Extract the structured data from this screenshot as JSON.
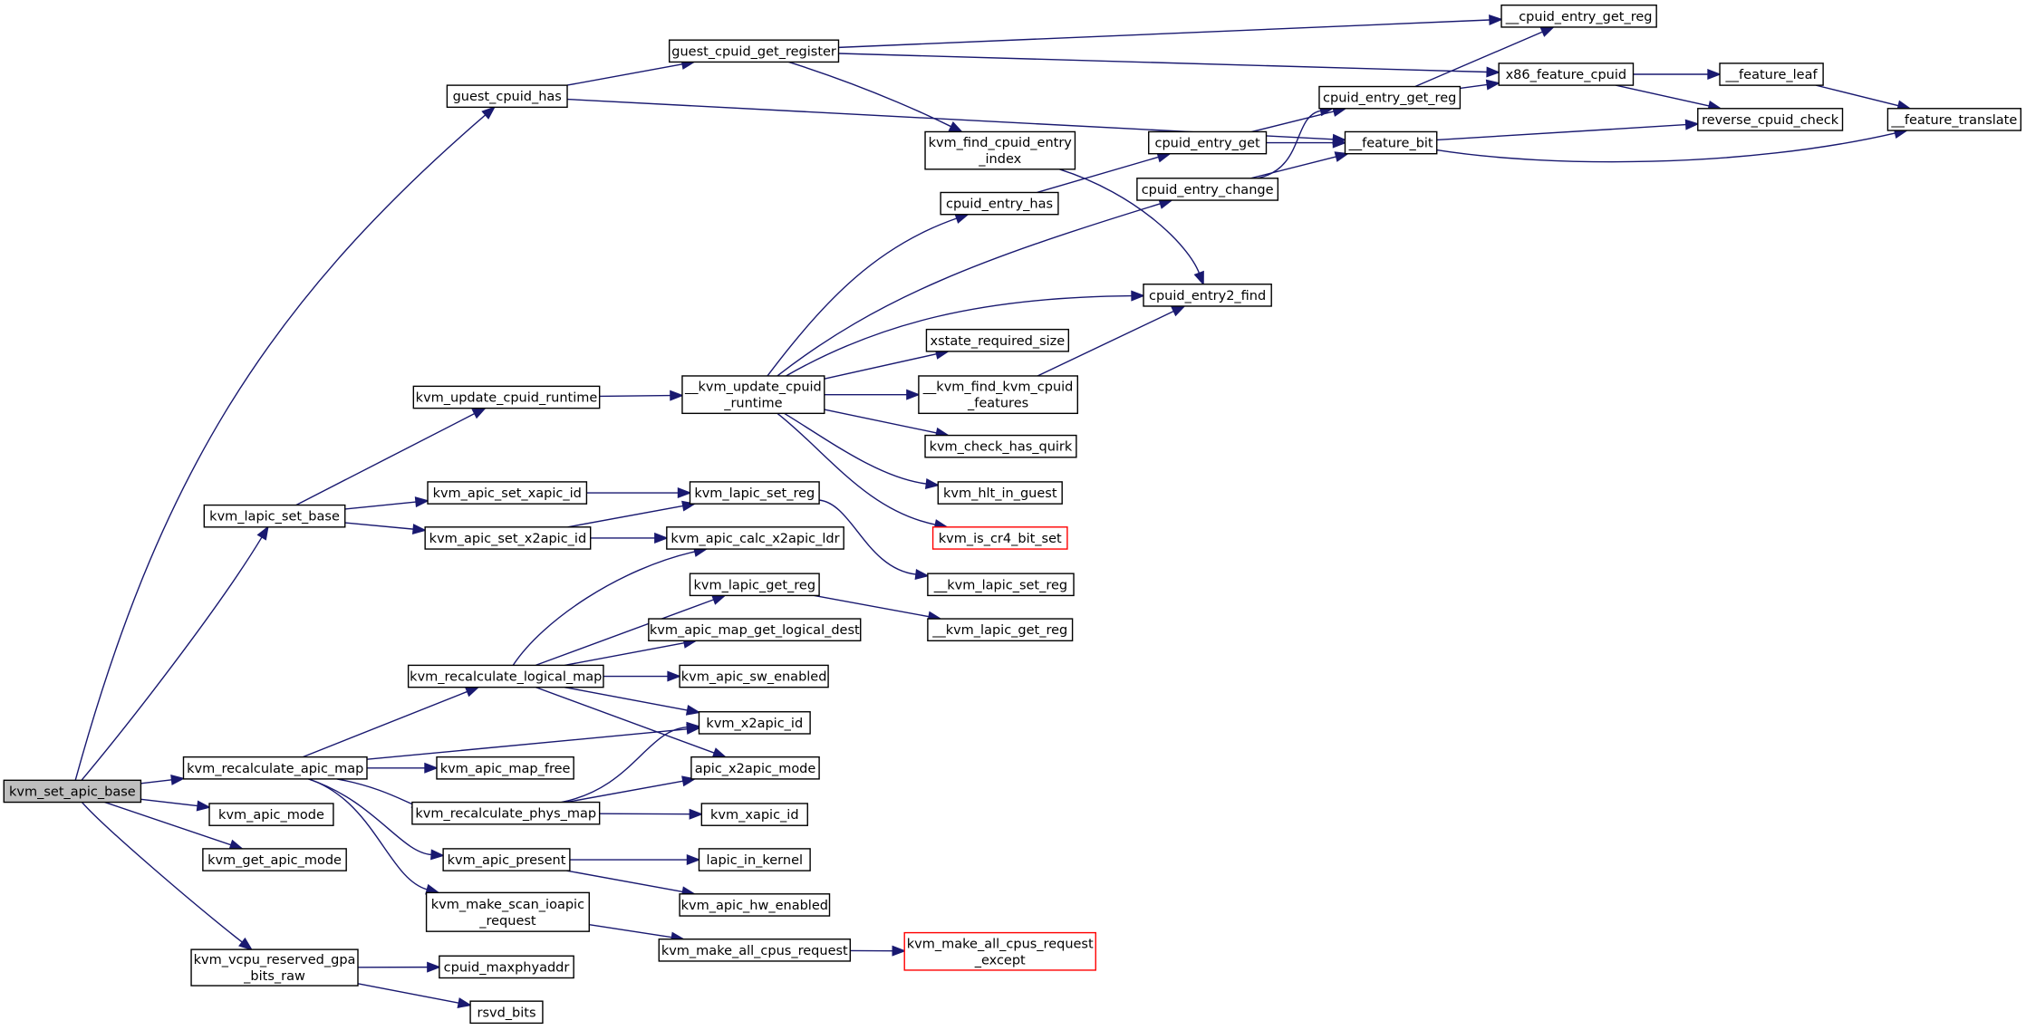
{
  "graph": {
    "colors": {
      "edge": "#191970",
      "node_border": "#000000",
      "root_fill": "#bfbfbf",
      "truncated_border": "#ff0000",
      "background": "#ffffff"
    },
    "nodes": [
      {
        "id": "kvm_set_apic_base",
        "lines": [
          "kvm_set_apic_base"
        ],
        "style": "root"
      },
      {
        "id": "guest_cpuid_has",
        "lines": [
          "guest_cpuid_has"
        ]
      },
      {
        "id": "kvm_lapic_set_base",
        "lines": [
          "kvm_lapic_set_base"
        ]
      },
      {
        "id": "kvm_recalculate_apic_map",
        "lines": [
          "kvm_recalculate_apic_map"
        ]
      },
      {
        "id": "kvm_apic_mode",
        "lines": [
          "kvm_apic_mode"
        ]
      },
      {
        "id": "kvm_get_apic_mode",
        "lines": [
          "kvm_get_apic_mode"
        ]
      },
      {
        "id": "kvm_vcpu_reserved_gpa_bits_raw",
        "lines": [
          "kvm_vcpu_reserved_gpa",
          "_bits_raw"
        ]
      },
      {
        "id": "guest_cpuid_get_register",
        "lines": [
          "guest_cpuid_get_register"
        ]
      },
      {
        "id": "kvm_update_cpuid_runtime",
        "lines": [
          "kvm_update_cpuid_runtime"
        ]
      },
      {
        "id": "kvm_apic_set_xapic_id",
        "lines": [
          "kvm_apic_set_xapic_id"
        ]
      },
      {
        "id": "kvm_apic_set_x2apic_id",
        "lines": [
          "kvm_apic_set_x2apic_id"
        ]
      },
      {
        "id": "kvm_recalculate_logical_map",
        "lines": [
          "kvm_recalculate_logical_map"
        ]
      },
      {
        "id": "kvm_apic_map_free",
        "lines": [
          "kvm_apic_map_free"
        ]
      },
      {
        "id": "kvm_recalculate_phys_map",
        "lines": [
          "kvm_recalculate_phys_map"
        ]
      },
      {
        "id": "kvm_apic_present",
        "lines": [
          "kvm_apic_present"
        ]
      },
      {
        "id": "kvm_make_scan_ioapic_request",
        "lines": [
          "kvm_make_scan_ioapic",
          "_request"
        ]
      },
      {
        "id": "cpuid_maxphyaddr",
        "lines": [
          "cpuid_maxphyaddr"
        ]
      },
      {
        "id": "rsvd_bits",
        "lines": [
          "rsvd_bits"
        ]
      },
      {
        "id": "__kvm_update_cpuid_runtime",
        "lines": [
          "__kvm_update_cpuid",
          "_runtime"
        ]
      },
      {
        "id": "kvm_lapic_set_reg",
        "lines": [
          "kvm_lapic_set_reg"
        ]
      },
      {
        "id": "kvm_apic_calc_x2apic_ldr",
        "lines": [
          "kvm_apic_calc_x2apic_ldr"
        ]
      },
      {
        "id": "kvm_lapic_get_reg",
        "lines": [
          "kvm_lapic_get_reg"
        ]
      },
      {
        "id": "kvm_apic_map_get_logical_dest",
        "lines": [
          "kvm_apic_map_get_logical_dest"
        ]
      },
      {
        "id": "kvm_apic_sw_enabled",
        "lines": [
          "kvm_apic_sw_enabled"
        ]
      },
      {
        "id": "kvm_x2apic_id",
        "lines": [
          "kvm_x2apic_id"
        ]
      },
      {
        "id": "apic_x2apic_mode",
        "lines": [
          "apic_x2apic_mode"
        ]
      },
      {
        "id": "kvm_xapic_id",
        "lines": [
          "kvm_xapic_id"
        ]
      },
      {
        "id": "lapic_in_kernel",
        "lines": [
          "lapic_in_kernel"
        ]
      },
      {
        "id": "kvm_apic_hw_enabled",
        "lines": [
          "kvm_apic_hw_enabled"
        ]
      },
      {
        "id": "kvm_make_all_cpus_request",
        "lines": [
          "kvm_make_all_cpus_request"
        ]
      },
      {
        "id": "kvm_find_cpuid_entry_index",
        "lines": [
          "kvm_find_cpuid_entry",
          "_index"
        ]
      },
      {
        "id": "cpuid_entry_has",
        "lines": [
          "cpuid_entry_has"
        ]
      },
      {
        "id": "xstate_required_size",
        "lines": [
          "xstate_required_size"
        ]
      },
      {
        "id": "__kvm_find_kvm_cpuid_features",
        "lines": [
          "__kvm_find_kvm_cpuid",
          "_features"
        ]
      },
      {
        "id": "kvm_check_has_quirk",
        "lines": [
          "kvm_check_has_quirk"
        ]
      },
      {
        "id": "kvm_hlt_in_guest",
        "lines": [
          "kvm_hlt_in_guest"
        ]
      },
      {
        "id": "kvm_is_cr4_bit_set",
        "lines": [
          "kvm_is_cr4_bit_set"
        ],
        "style": "truncated"
      },
      {
        "id": "__kvm_lapic_set_reg",
        "lines": [
          "__kvm_lapic_set_reg"
        ]
      },
      {
        "id": "__kvm_lapic_get_reg",
        "lines": [
          "__kvm_lapic_get_reg"
        ]
      },
      {
        "id": "kvm_make_all_cpus_request_except",
        "lines": [
          "kvm_make_all_cpus_request",
          "_except"
        ],
        "style": "truncated"
      },
      {
        "id": "cpuid_entry_get",
        "lines": [
          "cpuid_entry_get"
        ]
      },
      {
        "id": "cpuid_entry_change",
        "lines": [
          "cpuid_entry_change"
        ]
      },
      {
        "id": "cpuid_entry2_find",
        "lines": [
          "cpuid_entry2_find"
        ]
      },
      {
        "id": "cpuid_entry_get_reg",
        "lines": [
          "cpuid_entry_get_reg"
        ]
      },
      {
        "id": "__feature_bit",
        "lines": [
          "__feature_bit"
        ]
      },
      {
        "id": "__cpuid_entry_get_reg",
        "lines": [
          "__cpuid_entry_get_reg"
        ]
      },
      {
        "id": "x86_feature_cpuid",
        "lines": [
          "x86_feature_cpuid"
        ]
      },
      {
        "id": "__feature_leaf",
        "lines": [
          "__feature_leaf"
        ]
      },
      {
        "id": "reverse_cpuid_check",
        "lines": [
          "reverse_cpuid_check"
        ]
      },
      {
        "id": "__feature_translate",
        "lines": [
          "__feature_translate"
        ]
      }
    ],
    "edges": [
      [
        "kvm_set_apic_base",
        "guest_cpuid_has"
      ],
      [
        "kvm_set_apic_base",
        "kvm_lapic_set_base"
      ],
      [
        "kvm_set_apic_base",
        "kvm_recalculate_apic_map"
      ],
      [
        "kvm_set_apic_base",
        "kvm_apic_mode"
      ],
      [
        "kvm_set_apic_base",
        "kvm_get_apic_mode"
      ],
      [
        "kvm_set_apic_base",
        "kvm_vcpu_reserved_gpa_bits_raw"
      ],
      [
        "guest_cpuid_has",
        "guest_cpuid_get_register"
      ],
      [
        "guest_cpuid_has",
        "__feature_bit"
      ],
      [
        "guest_cpuid_get_register",
        "__cpuid_entry_get_reg"
      ],
      [
        "guest_cpuid_get_register",
        "x86_feature_cpuid"
      ],
      [
        "guest_cpuid_get_register",
        "kvm_find_cpuid_entry_index"
      ],
      [
        "kvm_lapic_set_base",
        "kvm_update_cpuid_runtime"
      ],
      [
        "kvm_lapic_set_base",
        "kvm_apic_set_xapic_id"
      ],
      [
        "kvm_lapic_set_base",
        "kvm_apic_set_x2apic_id"
      ],
      [
        "kvm_update_cpuid_runtime",
        "__kvm_update_cpuid_runtime"
      ],
      [
        "__kvm_update_cpuid_runtime",
        "cpuid_entry_has"
      ],
      [
        "__kvm_update_cpuid_runtime",
        "cpuid_entry_change"
      ],
      [
        "__kvm_update_cpuid_runtime",
        "cpuid_entry2_find"
      ],
      [
        "__kvm_update_cpuid_runtime",
        "xstate_required_size"
      ],
      [
        "__kvm_update_cpuid_runtime",
        "__kvm_find_kvm_cpuid_features"
      ],
      [
        "__kvm_update_cpuid_runtime",
        "kvm_check_has_quirk"
      ],
      [
        "__kvm_update_cpuid_runtime",
        "kvm_hlt_in_guest"
      ],
      [
        "__kvm_update_cpuid_runtime",
        "kvm_is_cr4_bit_set"
      ],
      [
        "kvm_find_cpuid_entry_index",
        "cpuid_entry2_find"
      ],
      [
        "cpuid_entry_has",
        "cpuid_entry_get"
      ],
      [
        "cpuid_entry_get",
        "cpuid_entry_get_reg"
      ],
      [
        "cpuid_entry_get",
        "__feature_bit"
      ],
      [
        "cpuid_entry_change",
        "cpuid_entry_get_reg"
      ],
      [
        "cpuid_entry_change",
        "__feature_bit"
      ],
      [
        "cpuid_entry_get_reg",
        "__cpuid_entry_get_reg"
      ],
      [
        "cpuid_entry_get_reg",
        "x86_feature_cpuid"
      ],
      [
        "x86_feature_cpuid",
        "__feature_leaf"
      ],
      [
        "x86_feature_cpuid",
        "reverse_cpuid_check"
      ],
      [
        "__feature_leaf",
        "__feature_translate"
      ],
      [
        "__feature_bit",
        "reverse_cpuid_check"
      ],
      [
        "__feature_bit",
        "__feature_translate"
      ],
      [
        "__kvm_find_kvm_cpuid_features",
        "cpuid_entry2_find"
      ],
      [
        "kvm_apic_set_xapic_id",
        "kvm_lapic_set_reg"
      ],
      [
        "kvm_apic_set_x2apic_id",
        "kvm_lapic_set_reg"
      ],
      [
        "kvm_apic_set_x2apic_id",
        "kvm_apic_calc_x2apic_ldr"
      ],
      [
        "kvm_lapic_set_reg",
        "__kvm_lapic_set_reg"
      ],
      [
        "kvm_recalculate_apic_map",
        "kvm_recalculate_logical_map"
      ],
      [
        "kvm_recalculate_apic_map",
        "kvm_x2apic_id"
      ],
      [
        "kvm_recalculate_apic_map",
        "kvm_apic_map_free"
      ],
      [
        "kvm_recalculate_apic_map",
        "kvm_recalculate_phys_map"
      ],
      [
        "kvm_recalculate_apic_map",
        "kvm_apic_present"
      ],
      [
        "kvm_recalculate_apic_map",
        "kvm_make_scan_ioapic_request"
      ],
      [
        "kvm_recalculate_logical_map",
        "kvm_apic_calc_x2apic_ldr"
      ],
      [
        "kvm_recalculate_logical_map",
        "kvm_lapic_get_reg"
      ],
      [
        "kvm_recalculate_logical_map",
        "kvm_apic_map_get_logical_dest"
      ],
      [
        "kvm_recalculate_logical_map",
        "kvm_apic_sw_enabled"
      ],
      [
        "kvm_recalculate_logical_map",
        "kvm_x2apic_id"
      ],
      [
        "kvm_recalculate_logical_map",
        "apic_x2apic_mode"
      ],
      [
        "kvm_lapic_get_reg",
        "__kvm_lapic_get_reg"
      ],
      [
        "kvm_recalculate_phys_map",
        "kvm_x2apic_id"
      ],
      [
        "kvm_recalculate_phys_map",
        "apic_x2apic_mode"
      ],
      [
        "kvm_recalculate_phys_map",
        "kvm_xapic_id"
      ],
      [
        "kvm_apic_present",
        "lapic_in_kernel"
      ],
      [
        "kvm_apic_present",
        "kvm_apic_hw_enabled"
      ],
      [
        "kvm_make_scan_ioapic_request",
        "kvm_make_all_cpus_request"
      ],
      [
        "kvm_make_all_cpus_request",
        "kvm_make_all_cpus_request_except"
      ],
      [
        "kvm_vcpu_reserved_gpa_bits_raw",
        "cpuid_maxphyaddr"
      ],
      [
        "kvm_vcpu_reserved_gpa_bits_raw",
        "rsvd_bits"
      ]
    ]
  }
}
